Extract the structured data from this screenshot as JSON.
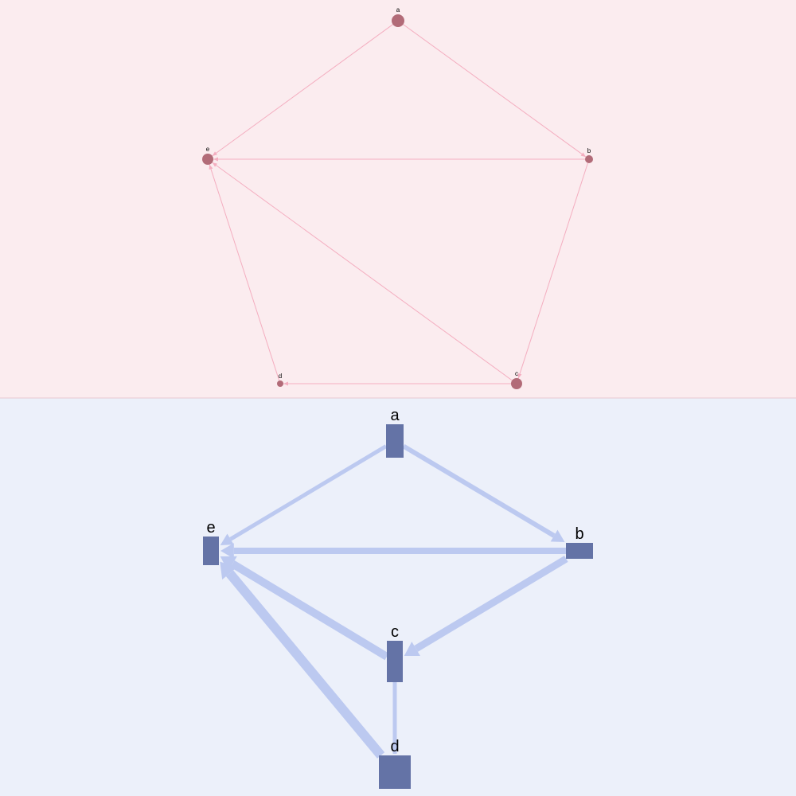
{
  "colors": {
    "top_background": "#fbecef",
    "top_edge": "#f4aec0",
    "top_node": "#b26b78",
    "bottom_background": "#ecf0fa",
    "bottom_edge": "#bcc9f0",
    "bottom_node": "#6473a6",
    "divider": "#e8c8d0"
  },
  "top_graph": {
    "nodes": [
      {
        "id": "a",
        "label": "a"
      },
      {
        "id": "b",
        "label": "b"
      },
      {
        "id": "c",
        "label": "c"
      },
      {
        "id": "d",
        "label": "d"
      },
      {
        "id": "e",
        "label": "e"
      }
    ],
    "edges": [
      {
        "source": "a",
        "target": "b"
      },
      {
        "source": "a",
        "target": "e"
      },
      {
        "source": "b",
        "target": "e"
      },
      {
        "source": "b",
        "target": "c"
      },
      {
        "source": "c",
        "target": "e"
      },
      {
        "source": "c",
        "target": "d"
      },
      {
        "source": "d",
        "target": "e"
      }
    ]
  },
  "bottom_graph": {
    "nodes": [
      {
        "id": "a",
        "label": "a"
      },
      {
        "id": "b",
        "label": "b"
      },
      {
        "id": "c",
        "label": "c"
      },
      {
        "id": "d",
        "label": "d"
      },
      {
        "id": "e",
        "label": "e"
      }
    ],
    "edges": [
      {
        "source": "a",
        "target": "e"
      },
      {
        "source": "a",
        "target": "b"
      },
      {
        "source": "b",
        "target": "e"
      },
      {
        "source": "b",
        "target": "c"
      },
      {
        "source": "c",
        "target": "e"
      },
      {
        "source": "c",
        "target": "d"
      },
      {
        "source": "d",
        "target": "e"
      }
    ]
  }
}
